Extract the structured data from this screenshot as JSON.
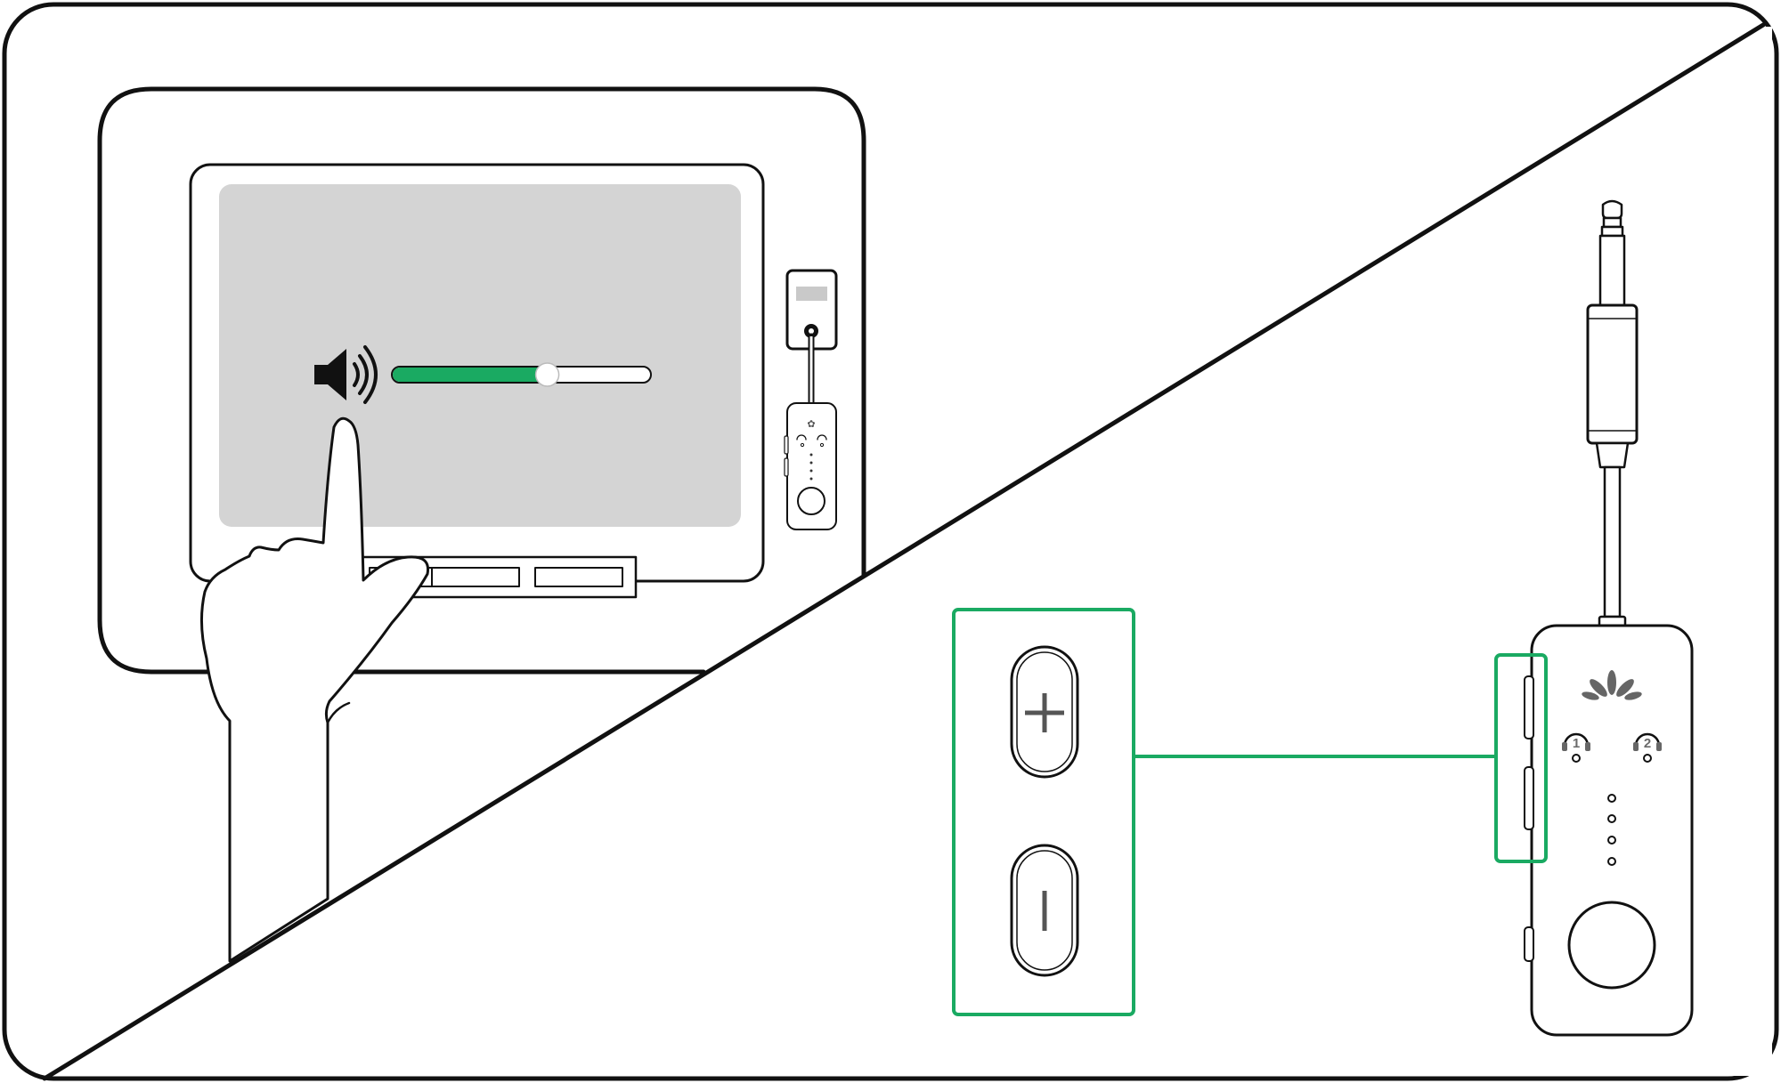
{
  "colors": {
    "accent_green": "#1aaa62",
    "screen_gray": "#d4d4d4",
    "line": "#111111",
    "label_gray": "#6a6a6a"
  },
  "icons": {
    "speaker": "speaker-icon",
    "lotus_logo": "lotus-icon",
    "headphone": "headphone-icon",
    "plus": "plus-icon",
    "minus": "minus-icon"
  },
  "volume_slider": {
    "level": 0.6
  },
  "transmitter": {
    "headphone_labels": [
      "1",
      "2"
    ]
  }
}
